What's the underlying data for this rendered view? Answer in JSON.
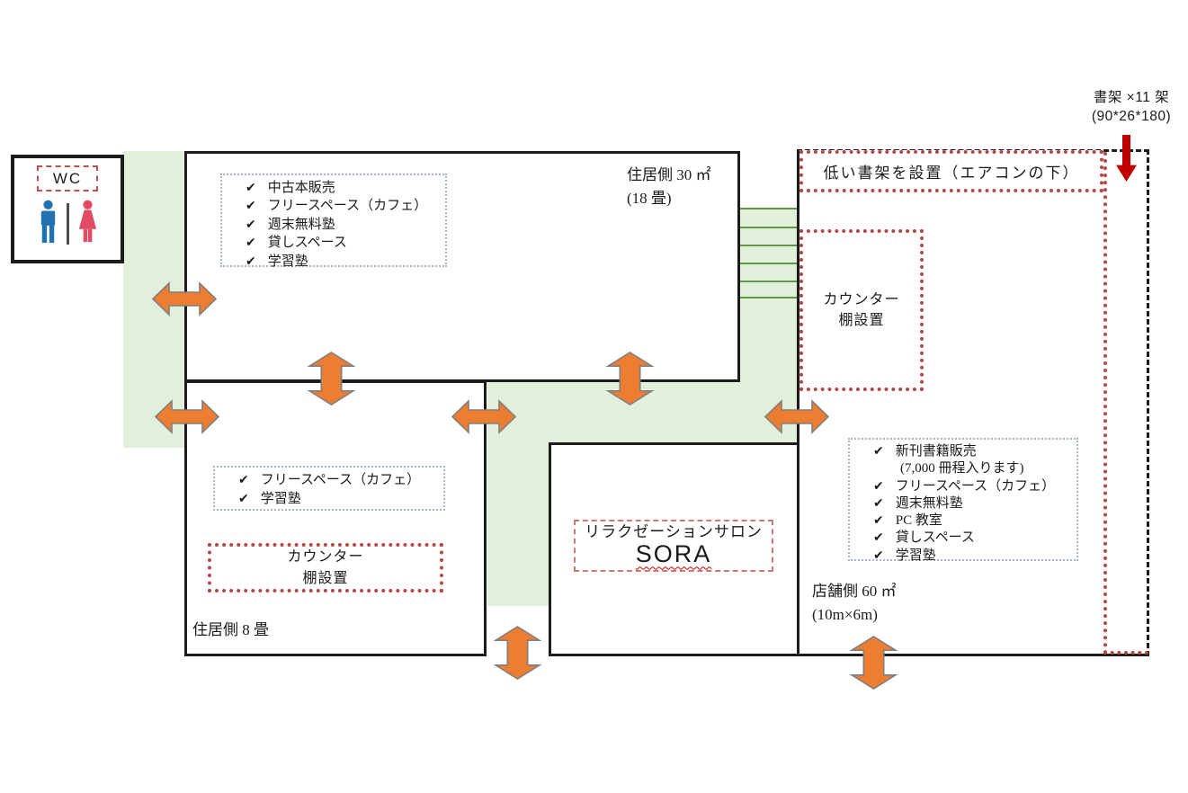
{
  "icons": {
    "check": "✔",
    "man": "man-pictogram",
    "woman": "woman-pictogram",
    "arrow": "double-headed-arrow",
    "red_arrow": "down-arrow"
  },
  "colors": {
    "arrow_orange": "#ED7D31",
    "arrow_outline": "#7F7F7F",
    "accent_red_dotted": "#B84743",
    "red_arrow": "#C00000",
    "corridor_green": "#E2EFDA",
    "step_line_green": "#5F9648",
    "man_blue": "#2272B2",
    "woman_red": "#E14A63"
  },
  "wc": {
    "label": "WC"
  },
  "shelf_annotation": {
    "line1": "書架 ×11 架",
    "line2": "(90*26*180)"
  },
  "top_room": {
    "checklist": [
      {
        "text": "中古本販売"
      },
      {
        "text": "フリースペース（カフェ）"
      },
      {
        "text": "週末無料塾"
      },
      {
        "text": "貸しスペース"
      },
      {
        "text": "学習塾"
      }
    ],
    "area": "住居側  30 ㎡",
    "area_sub": "(18 畳)"
  },
  "left_room": {
    "checklist": [
      {
        "text": "フリースペース（カフェ）"
      },
      {
        "text": "学習塾"
      }
    ],
    "counter": {
      "line1": "カウンター",
      "line2": "棚設置"
    },
    "area": "住居側  8 畳"
  },
  "salon_room": {
    "title": "リラクゼーションサロン",
    "name": "SORA"
  },
  "store_room": {
    "low_shelf_note": "低い書架を設置（エアコンの下）",
    "counter": {
      "line1": "カウンター",
      "line2": "棚設置"
    },
    "checklist": [
      {
        "text": "新刊書籍販売",
        "sub": "(7,000 冊程入ります)"
      },
      {
        "text": "フリースペース（カフェ）"
      },
      {
        "text": "週末無料塾"
      },
      {
        "text": "PC 教室"
      },
      {
        "text": "貸しスペース"
      },
      {
        "text": "学習塾"
      }
    ],
    "area": "店舗側  60 ㎡",
    "area_sub": "(10m×6m)"
  }
}
